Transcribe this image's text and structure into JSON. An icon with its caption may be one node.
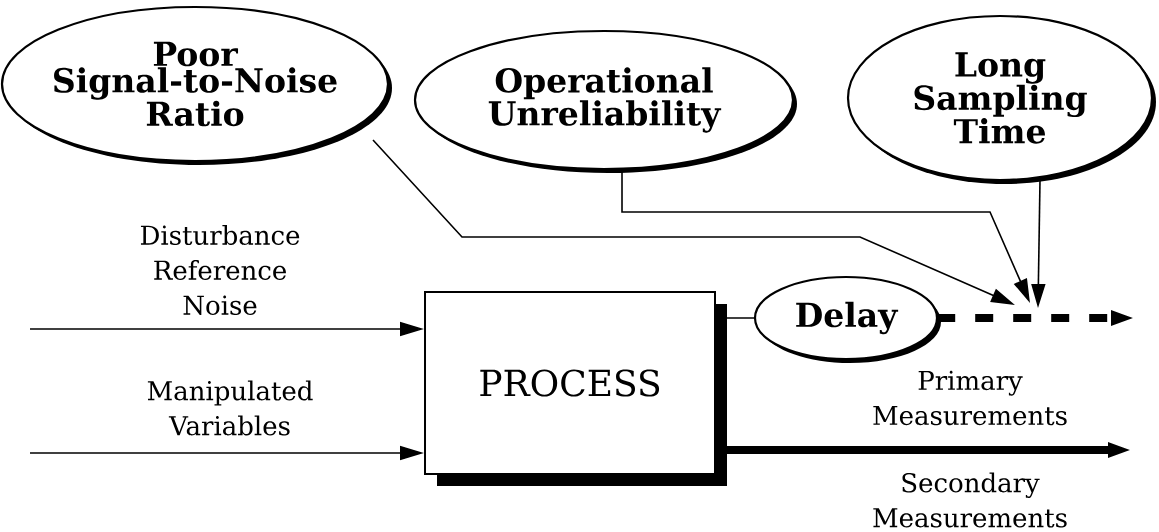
{
  "diagram": {
    "nodes": [
      {
        "text": [
          "Poor Signal-to-Noise Ratio"
        ]
      },
      {
        "text": [
          "Operational Unreliability"
        ]
      },
      {
        "text": [
          "Long Sampling Time"
        ]
      },
      {
        "text": [
          "PROCESS"
        ]
      },
      {
        "text": [
          "Delay"
        ]
      }
    ],
    "edges": [
      {
        "from": null,
        "to": 3,
        "arrow": "to",
        "label": "Disturbance Reference Noise"
      },
      {
        "from": null,
        "to": 3,
        "arrow": "to",
        "label": "Manipulated Variables"
      },
      {
        "from": 3,
        "to": 4,
        "arrow": "none"
      },
      {
        "from": 4,
        "to": null,
        "arrow": "to",
        "style": "dashed",
        "label": "Primary Measurements"
      },
      {
        "from": 3,
        "to": null,
        "arrow": "to",
        "style": "thick",
        "label": "Secondary Measurements"
      },
      {
        "from": 0,
        "to": null,
        "arrow": "to"
      },
      {
        "from": 1,
        "to": null,
        "arrow": "to"
      },
      {
        "from": 2,
        "to": null,
        "arrow": "to"
      }
    ]
  }
}
